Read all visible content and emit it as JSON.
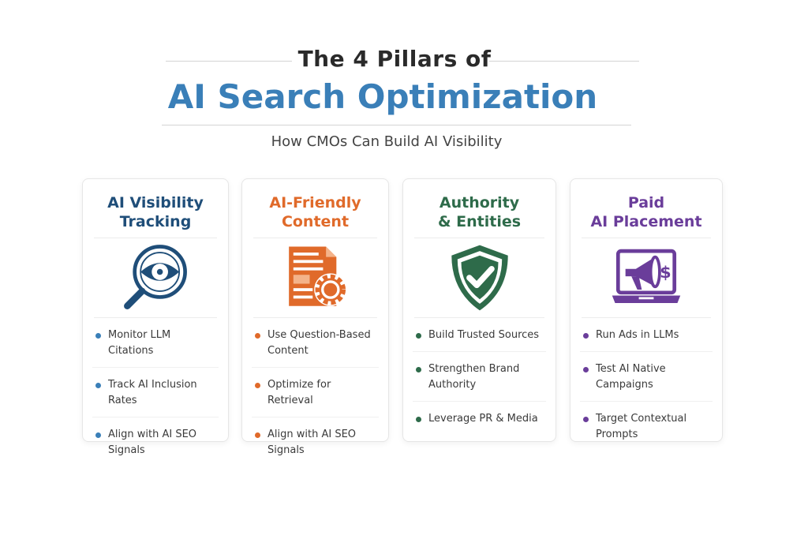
{
  "header": {
    "pretitle": "The 4 Pillars of",
    "title": "AI Search Optimization",
    "subtitle": "How CMOs Can Build AI Visibility"
  },
  "pillars": [
    {
      "title_line1": "AI Visibility",
      "title_line2": "Tracking",
      "color": "#1f4e79",
      "bullet_color": "#3a7fb8",
      "icon": "magnifier-eye-icon",
      "items": [
        "Monitor LLM Citations",
        "Track AI Inclusion Rates",
        "Align with AI SEO Signals"
      ]
    },
    {
      "title_line1": "AI-Friendly",
      "title_line2": "Content",
      "color": "#e06a2a",
      "bullet_color": "#e06a2a",
      "icon": "document-gear-icon",
      "items": [
        "Use Question-Based Content",
        "Optimize for Retrieval",
        "Align with AI SEO Signals"
      ]
    },
    {
      "title_line1": "Authority",
      "title_line2": "& Entities",
      "color": "#2e6b4a",
      "bullet_color": "#2e6b4a",
      "icon": "shield-check-icon",
      "items": [
        "Build Trusted Sources",
        "Strengthen Brand Authority",
        "Leverage PR & Media"
      ]
    },
    {
      "title_line1": "Paid",
      "title_line2": "AI Placement",
      "color": "#6a3d9a",
      "bullet_color": "#6a3d9a",
      "icon": "laptop-megaphone-icon",
      "items": [
        "Run Ads in LLMs",
        "Test AI Native Campaigns",
        "Target Contextual Prompts"
      ]
    }
  ]
}
